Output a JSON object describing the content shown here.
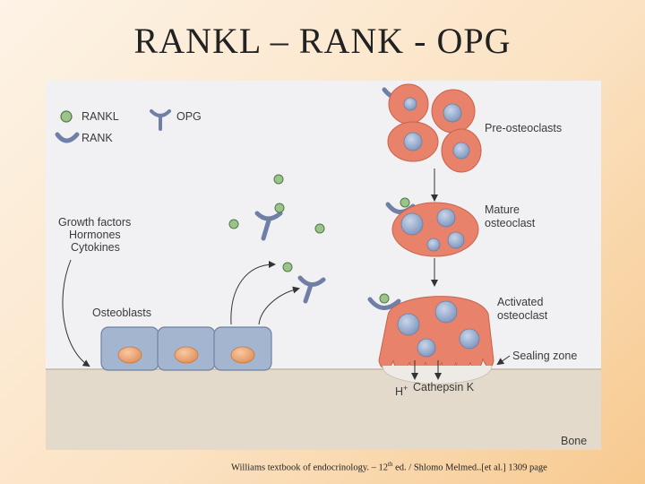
{
  "title": "RANKL – RANK - OPG",
  "legend": {
    "rankl": "RANKL",
    "opg": "OPG",
    "rank": "RANK"
  },
  "labels": {
    "growth_factors": "Growth factors",
    "hormones": "Hormones",
    "cytokines": "Cytokines",
    "osteoblasts": "Osteoblasts",
    "pre_osteoclasts": "Pre-osteoclasts",
    "mature_line1": "Mature",
    "mature_line2": "osteoclast",
    "activated_line1": "Activated",
    "activated_line2": "osteoclast",
    "sealing_zone": "Sealing zone",
    "h_plus": "H",
    "h_plus_sup": "+",
    "cathepsin": "Cathepsin K",
    "bone": "Bone"
  },
  "citation": {
    "pre": "Williams textbook of endocrinology. – 12",
    "sup": "th",
    "post": " ed. / Shlomo Melmed..[et al.] 1309 page"
  },
  "colors": {
    "osteoclast": "#e8826a",
    "nucleus": "#9cb0cf",
    "osteoblast": "#a3b5cf",
    "osteoblast_nucleus": "#f0a878",
    "rankl": "#9cc48a",
    "rank_opg": "#6f7fa6",
    "bone": "#e6dccf"
  }
}
